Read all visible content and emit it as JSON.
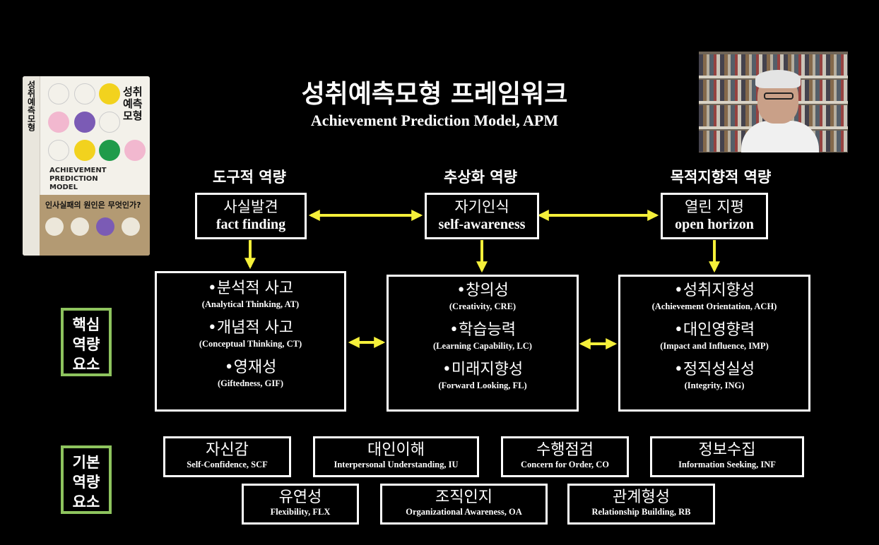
{
  "title": {
    "ko": "성취예측모형 프레임워크",
    "en": "Achievement Prediction Model, APM"
  },
  "book": {
    "title_lines": [
      "성취",
      "예측",
      "모형"
    ],
    "spine": "성취예측모형",
    "subtitle_lines": [
      "ACHIEVEMENT",
      "PREDICTION",
      "MODEL"
    ],
    "question": "인사실패의 원인은 무엇인가?",
    "dot_colors": [
      "#ffffff",
      "#ffffff",
      "#f2d21e",
      "#f2b8cf",
      "#7b5bb5",
      "#ffffff",
      "#ffffff",
      "#f2d21e",
      "#1f9b4a",
      "#f2b8cf"
    ]
  },
  "accent_color": "#f5f03a",
  "side_border_color": "#8ec45e",
  "columns": [
    {
      "header": "도구적 역량",
      "top_ko": "사실발견",
      "top_en": "fact finding",
      "items": [
        {
          "ko": "•분석적 사고",
          "en": "(Analytical Thinking, AT)"
        },
        {
          "ko": "•개념적 사고",
          "en": "(Conceptual Thinking, CT)"
        },
        {
          "ko": "•영재성",
          "en": "(Giftedness, GIF)"
        }
      ]
    },
    {
      "header": "추상화 역량",
      "top_ko": "자기인식",
      "top_en": "self-awareness",
      "items": [
        {
          "ko": "•창의성",
          "en": "(Creativity, CRE)"
        },
        {
          "ko": "•학습능력",
          "en": "(Learning Capability, LC)"
        },
        {
          "ko": "•미래지향성",
          "en": "(Forward Looking, FL)"
        }
      ]
    },
    {
      "header": "목적지향적 역량",
      "top_ko": "열린 지평",
      "top_en": "open horizon",
      "items": [
        {
          "ko": "•성취지향성",
          "en": "(Achievement Orientation, ACH)"
        },
        {
          "ko": "•대인영향력",
          "en": "(Impact and Influence, IMP)"
        },
        {
          "ko": "•정직성실성",
          "en": "(Integrity, ING)"
        }
      ]
    }
  ],
  "side_labels": {
    "core": [
      "핵심",
      "역량",
      "요소"
    ],
    "basic": [
      "기본",
      "역량",
      "요소"
    ]
  },
  "basic_row1": [
    {
      "ko": "자신감",
      "en": "Self-Confidence, SCF"
    },
    {
      "ko": "대인이해",
      "en": "Interpersonal Understanding, IU"
    },
    {
      "ko": "수행점검",
      "en": "Concern for Order, CO"
    },
    {
      "ko": "정보수집",
      "en": "Information Seeking, INF"
    }
  ],
  "basic_row2": [
    {
      "ko": "유연성",
      "en": "Flexibility, FLX"
    },
    {
      "ko": "조직인지",
      "en": "Organizational Awareness, OA"
    },
    {
      "ko": "관계형성",
      "en": "Relationship Building, RB"
    }
  ]
}
